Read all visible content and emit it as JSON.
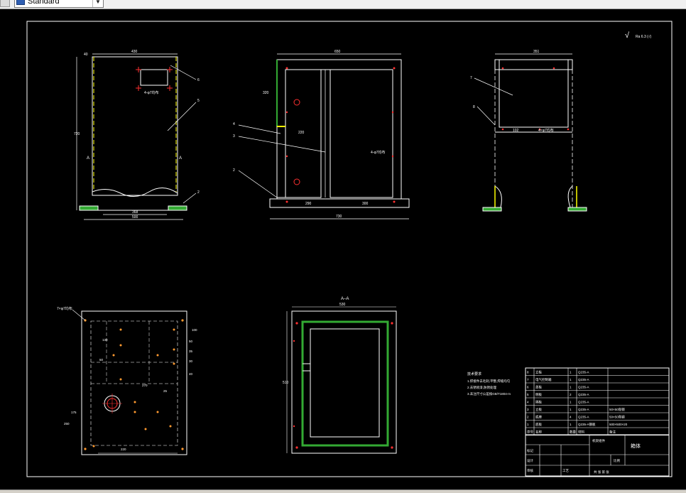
{
  "toolbar": {
    "style_combo_value": "Standard",
    "style_combo_icon": "text-style-icon",
    "dropdown_icon": "chevron-down-icon"
  },
  "drawing": {
    "surface_mark": "√",
    "surface_mark_suffix": "Ra 6.3 (√)",
    "front": {
      "width_dim": "430",
      "height_dim": "720",
      "base_dim_1": "368",
      "base_dim_2": "500",
      "top_small": "40",
      "callout_6": "6",
      "callout_5": "5",
      "callout_2": "2",
      "hole_note": "4-φ7均布"
    },
    "middle": {
      "width_dim": "650",
      "total_dim": "730",
      "dim_a": "320",
      "dim_b": "220",
      "dim_c": "290",
      "dim_d": "300",
      "callout_4": "4",
      "callout_3": "3",
      "callout_2": "2",
      "note": "4-φ7均布"
    },
    "side": {
      "width_dim": "351",
      "callout_7": "7",
      "callout_8": "8",
      "dim_1": "102",
      "dim_2": "4×φ7均布"
    },
    "plate": {
      "note": "7×φ7均布",
      "dims": [
        "100",
        "50",
        "35",
        "30",
        "40",
        "270",
        "25",
        "50",
        "130",
        "175",
        "250",
        "220"
      ]
    },
    "section": {
      "label": "A–A",
      "width_dim": "530",
      "height_dim": "510"
    },
    "tech_notes": {
      "title": "技术要求",
      "lines": [
        "1.焊接件去毛刺,平整,焊缝均匀",
        "2.去锈喷漆,防锈处理",
        "3.未注尺寸公差按GB/T1804-m"
      ]
    },
    "bom": {
      "rows": [
        {
          "no": "8",
          "name": "立板",
          "qty": "1",
          "mat": "Q235-A",
          "note": ""
        },
        {
          "no": "7",
          "name": "电气控制箱",
          "qty": "1",
          "mat": "Q235-A",
          "note": ""
        },
        {
          "no": "6",
          "name": "盖板",
          "qty": "1",
          "mat": "Q235-A",
          "note": ""
        },
        {
          "no": "5",
          "name": "侧板",
          "qty": "2",
          "mat": "Q235-A",
          "note": ""
        },
        {
          "no": "4",
          "name": "隔板",
          "qty": "1",
          "mat": "Q235-A",
          "note": ""
        },
        {
          "no": "3",
          "name": "立板",
          "qty": "1",
          "mat": "Q235-A",
          "note": "50×50角钢"
        },
        {
          "no": "2",
          "name": "底座",
          "qty": "4",
          "mat": "Q235-A",
          "note": "50×50角钢"
        },
        {
          "no": "1",
          "name": "底板",
          "qty": "1",
          "mat": "Q235-A钢板",
          "note": "500×500×20"
        }
      ],
      "header": {
        "no": "序号",
        "name": "名称",
        "qty": "数量",
        "mat": "材料",
        "note": "备注"
      },
      "title_block": {
        "drawing_name": "箱体",
        "part_label": "机架组件",
        "row_labels": [
          "标记",
          "设计",
          "审核",
          "工艺"
        ],
        "scale_label": "比例",
        "sheet_label": "共 张 第 张"
      }
    }
  }
}
